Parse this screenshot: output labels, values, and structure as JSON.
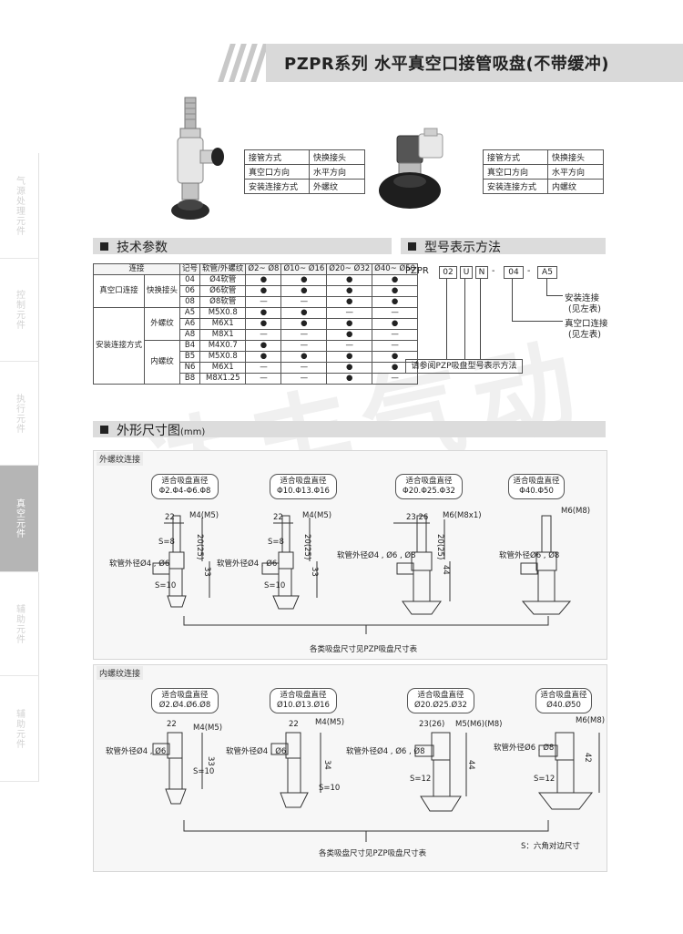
{
  "header": {
    "title": "PZPR系列  水平真空口接管吸盘(不带缓冲)"
  },
  "side_tabs": [
    {
      "label": "气源处理元件",
      "active": false
    },
    {
      "label": "控制元件",
      "active": false
    },
    {
      "label": "执行元件",
      "active": false
    },
    {
      "label": "真空元件",
      "active": true
    },
    {
      "label": "辅助元件",
      "active": false
    },
    {
      "label": "辅助元件",
      "active": false
    }
  ],
  "spec_left": [
    [
      "接管方式",
      "快换接头"
    ],
    [
      "真空口方向",
      "水平方向"
    ],
    [
      "安装连接方式",
      "外螺纹"
    ]
  ],
  "spec_right": [
    [
      "接管方式",
      "快换接头"
    ],
    [
      "真空口方向",
      "水平方向"
    ],
    [
      "安装连接方式",
      "内螺纹"
    ]
  ],
  "tech": {
    "title": "技术参数",
    "header": [
      "连接",
      "记号",
      "软管/外螺纹",
      "Ø2~ Ø8",
      "Ø10~ Ø16",
      "Ø20~ Ø32",
      "Ø40~ Ø50"
    ],
    "group1": "真空口连接",
    "group1_sub": "快换接头",
    "group2": "安装连接方式",
    "sub_outer": "外螺纹",
    "sub_inner": "内螺纹",
    "rows": [
      [
        "04",
        "Ø4软管",
        "●",
        "●",
        "●",
        "●"
      ],
      [
        "06",
        "Ø6软管",
        "●",
        "●",
        "●",
        "●"
      ],
      [
        "08",
        "Ø8软管",
        "—",
        "—",
        "●",
        "●"
      ],
      [
        "A5",
        "M5X0.8",
        "●",
        "●",
        "—",
        "—"
      ],
      [
        "A6",
        "M6X1",
        "●",
        "●",
        "●",
        "●"
      ],
      [
        "A8",
        "M8X1",
        "—",
        "—",
        "●",
        "—"
      ],
      [
        "B4",
        "M4X0.7",
        "●",
        "—",
        "—",
        "—"
      ],
      [
        "B5",
        "M5X0.8",
        "●",
        "●",
        "●",
        "●"
      ],
      [
        "N6",
        "M6X1",
        "—",
        "—",
        "●",
        "●"
      ],
      [
        "B8",
        "M8X1.25",
        "—",
        "—",
        "●",
        "—"
      ]
    ]
  },
  "model": {
    "title": "型号表示方法",
    "prefix": "PZPR",
    "codes": [
      "02",
      "U",
      "N",
      "04",
      "A5"
    ],
    "dash": "-",
    "note_install": "安装连接",
    "note_install_ref": "(见左表)",
    "note_vacuum": "真空口连接",
    "note_vacuum_ref": "(见左表)",
    "note_pzp": "请参阅PZP吸盘型号表示方法"
  },
  "dims": {
    "title": "外形尺寸图",
    "unit": "(mm)",
    "outer_label": "外螺纹连接",
    "inner_label": "内螺纹连接",
    "outer_bubbles": [
      [
        "适合吸盘直径",
        "Φ2.Φ4-Φ6.Φ8"
      ],
      [
        "适合吸盘直径",
        "Φ10.Φ13.Φ16"
      ],
      [
        "适合吸盘直径",
        "Φ20.Φ25.Φ32"
      ],
      [
        "适合吸盘直径",
        "Φ40.Φ50"
      ]
    ],
    "inner_bubbles": [
      [
        "适合吸盘直径",
        "Ø2.Ø4.Ø6.Ø8"
      ],
      [
        "适合吸盘直径",
        "Ø10.Ø13.Ø16"
      ],
      [
        "适合吸盘直径",
        "Ø20.Ø25.Ø32"
      ],
      [
        "适合吸盘直径",
        "Ø40.Ø50"
      ]
    ],
    "outer_notes": {
      "d22a": "22",
      "m4m5a": "M4(M5)",
      "s8a": "S=8",
      "dim2025a": "20(25)",
      "hosea": "软管外径Ø4 , Ø6",
      "d33a": "33",
      "s10a": "S=10",
      "d22b": "22",
      "m4m5b": "M4(M5)",
      "s8b": "S=8",
      "dim2025b": "20(25)",
      "hoseb": "软管外径Ø4 , Ø6",
      "d33b": "33",
      "s10b": "S=10",
      "d2326": "23.26",
      "m6m8x1": "M6(M8x1)",
      "dim2025c": "20(25)",
      "hosec": "软管外径Ø4 , Ø6 , Ø8",
      "d44c": "44",
      "m6m8": "M6(M8)",
      "hosed": "软管外径Ø6 , Ø8",
      "footer": "各类吸盘尺寸见PZP吸盘尺寸表"
    },
    "inner_notes": {
      "d22a": "22",
      "m4m5a": "M4(M5)",
      "hosea": "软管外径Ø4 , Ø6",
      "d33a": "33",
      "s10a": "S=10",
      "d22b": "22",
      "m4m5b": "M4(M5)",
      "hoseb": "软管外径Ø4 , Ø6",
      "d34b": "34",
      "s10b": "S=10",
      "d2326": "23(26)",
      "m5m6m8": "M5(M6)(M8)",
      "hosec": "软管外径Ø4 , Ø6 , Ø8",
      "d44c": "44",
      "s12c": "S=12",
      "m6m8": "M6(M8)",
      "hosed": "软管外径Ø6 , Ø8",
      "d42d": "42",
      "s12d": "S=12",
      "footer": "各类吸盘尺寸见PZP吸盘尺寸表",
      "s_note": "S：六角对边尺寸"
    }
  },
  "watermark": "达丰气动"
}
